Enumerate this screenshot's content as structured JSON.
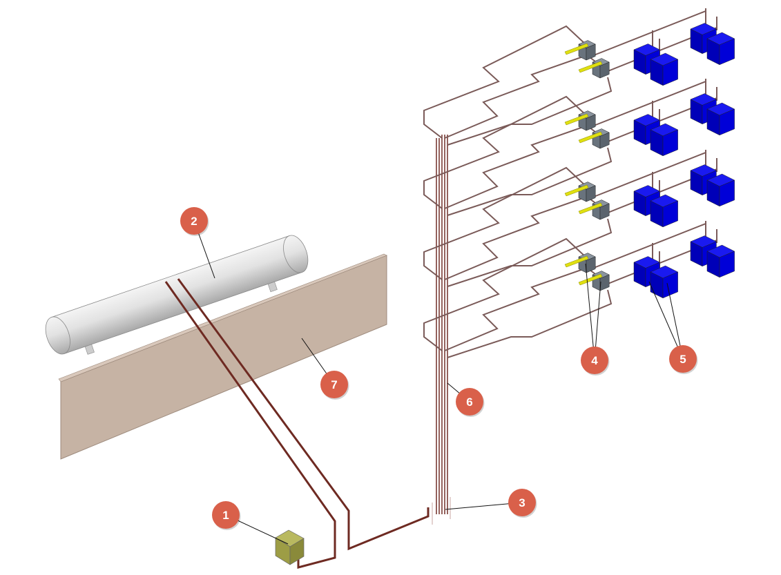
{
  "diagram": {
    "callouts": [
      {
        "label": "1",
        "part": "compressor-unit"
      },
      {
        "label": "2",
        "part": "storage-tank"
      },
      {
        "label": "3",
        "part": "riser-base"
      },
      {
        "label": "4",
        "part": "actuator-units"
      },
      {
        "label": "5",
        "part": "terminal-units"
      },
      {
        "label": "6",
        "part": "riser-pipe"
      },
      {
        "label": "7",
        "part": "wall-panel"
      }
    ],
    "colors": {
      "callout": "#d9604a",
      "pipe": "#6e2a22",
      "branch_pipe": "#7a5a58",
      "terminal_units": "#0a0ad8",
      "actuator_box": "#6f7a85",
      "actuator_arm": "#e0e010",
      "compressor": "#a2a24a",
      "tank": "#d8d8d8",
      "panel": "#c6b3a4"
    },
    "floors": 4
  }
}
